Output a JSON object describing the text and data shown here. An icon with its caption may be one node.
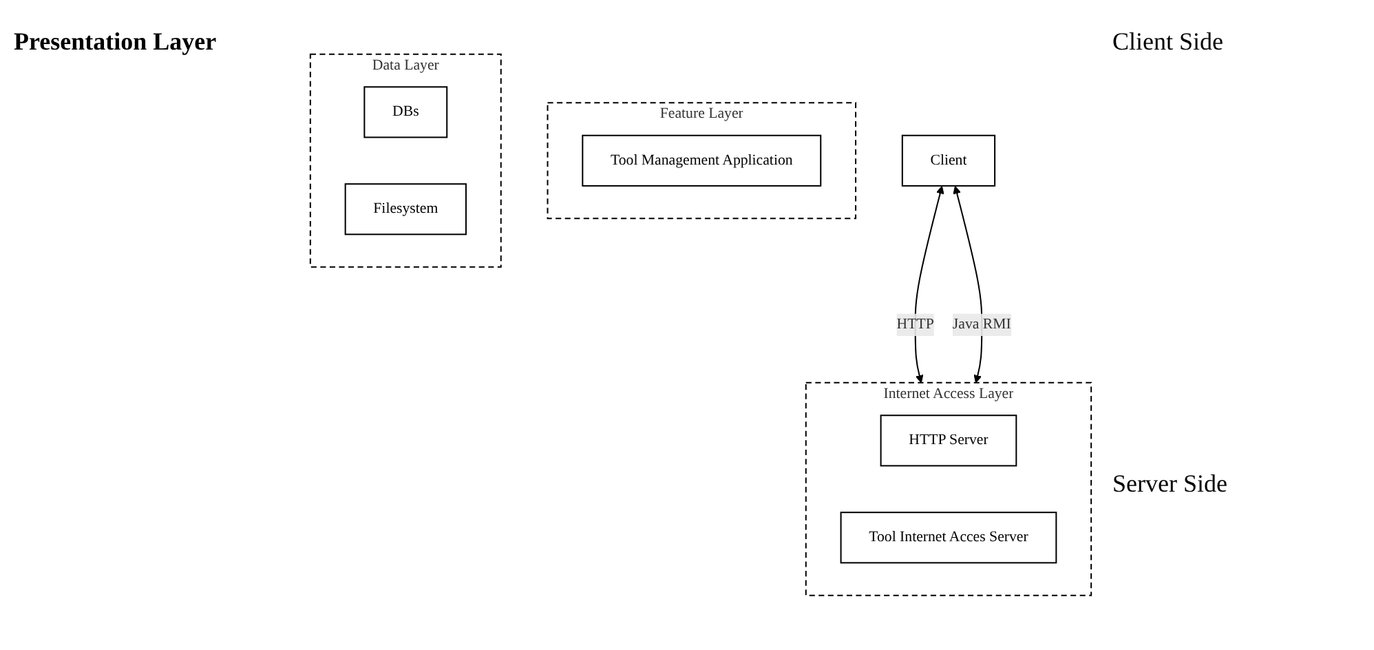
{
  "diagram": {
    "nodes": [
      {
        "text": [
          "Client"
        ]
      },
      {
        "text": [
          "Internet Access Layer"
        ]
      },
      {
        "text": [
          "HTTP Server"
        ],
        "in": 1
      },
      {
        "text": [
          "Tool Internet Acces Server"
        ],
        "in": 1
      },
      {
        "text": [
          "Feature Layer"
        ]
      },
      {
        "text": [
          "Tool Management Application"
        ],
        "in": 4
      },
      {
        "text": [
          "Data Layer"
        ]
      },
      {
        "text": [
          "DBs"
        ],
        "in": 6
      },
      {
        "text": [
          "Filesystem"
        ],
        "in": 6
      }
    ],
    "edges": [
      {
        "from": 0,
        "to": 1,
        "arrow": "both",
        "label": "HTTP"
      },
      {
        "from": 0,
        "to": 1,
        "arrow": "both",
        "label": "Java RMI"
      }
    ],
    "labels": [
      "Presentation Layer",
      "Client Side",
      "Server Side"
    ]
  }
}
